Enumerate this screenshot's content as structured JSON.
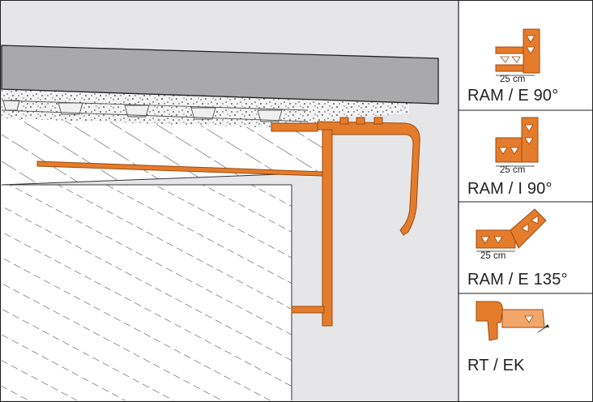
{
  "colors": {
    "profile_orange": "#e57c2b",
    "profile_outline": "#9b4a0f",
    "wall_gray": "#e6e6e8",
    "slab_gray": "#a9a9ab",
    "hatch": "#444444"
  },
  "panels": [
    {
      "label": "RAM / E 90°",
      "dimension": "25 cm",
      "icon": "ram-e90-corner-icon"
    },
    {
      "label": "RAM / I 90°",
      "dimension": "25 cm",
      "icon": "ram-i90-corner-icon"
    },
    {
      "label": "RAM / E 135°",
      "dimension": "25 cm",
      "icon": "ram-e135-corner-icon"
    },
    {
      "label": "RT / EK",
      "dimension": "",
      "icon": "rt-ek-end-cap-icon"
    }
  ]
}
